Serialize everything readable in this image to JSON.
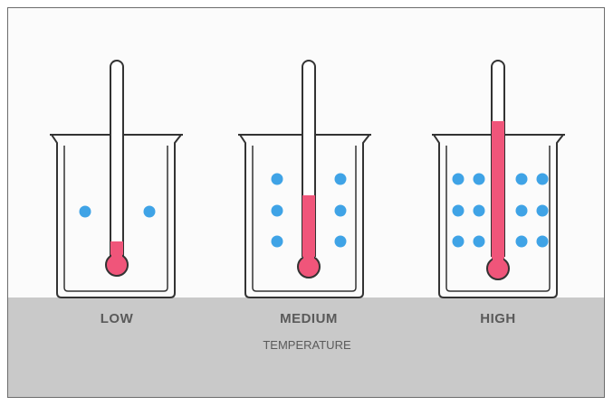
{
  "colors": {
    "particle": "#3fa3e6",
    "mercury": "#f0557a",
    "bench": "#c9c9c9",
    "outline": "#333333"
  },
  "beakers": [
    {
      "label": "LOW",
      "fill": 0.18,
      "particle_columns": 2,
      "particle_rows": 1
    },
    {
      "label": "MEDIUM",
      "fill": 0.45,
      "particle_columns": 2,
      "particle_rows": 3
    },
    {
      "label": "HIGH",
      "fill": 0.9,
      "particle_columns": 4,
      "particle_rows": 3
    }
  ],
  "axis_label": "TEMPERATURE"
}
